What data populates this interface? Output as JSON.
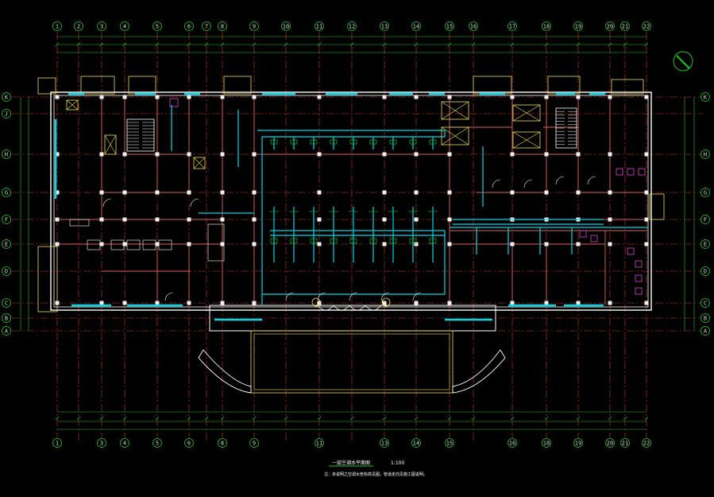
{
  "drawing": {
    "title": "一层空调水平面图",
    "scale": "1:100",
    "note": "注：未说明之空调水管标高见图，管道走向见施工图说明。"
  },
  "grid": {
    "columns_top": [
      "1",
      "2",
      "3",
      "4",
      "5",
      "6",
      "7",
      "8",
      "9",
      "10",
      "11",
      "12",
      "13",
      "14",
      "15",
      "16",
      "17",
      "18",
      "19",
      "20",
      "21",
      "22"
    ],
    "columns_bottom": [
      "1",
      "3",
      "4",
      "5",
      "6",
      "8",
      "9",
      "11",
      "13",
      "14",
      "15",
      "16",
      "18",
      "19",
      "20",
      "21",
      "22"
    ],
    "rows_left": [
      "K",
      "J",
      "H",
      "G",
      "F",
      "E",
      "D",
      "C",
      "B",
      "A"
    ],
    "rows_right": [
      "K",
      "H",
      "G",
      "F",
      "E",
      "D",
      "C",
      "B",
      "A"
    ]
  },
  "colors": {
    "background": "#000000",
    "wall": "#ffffff",
    "grid_line": "#d93030",
    "dimension": "#18c818",
    "duct": "#00d8e8",
    "partition": "#e06060",
    "stair": "#ffffff",
    "fixture": "#e040e0",
    "yellow": "#f0e040",
    "column": "#f0f0f0"
  }
}
